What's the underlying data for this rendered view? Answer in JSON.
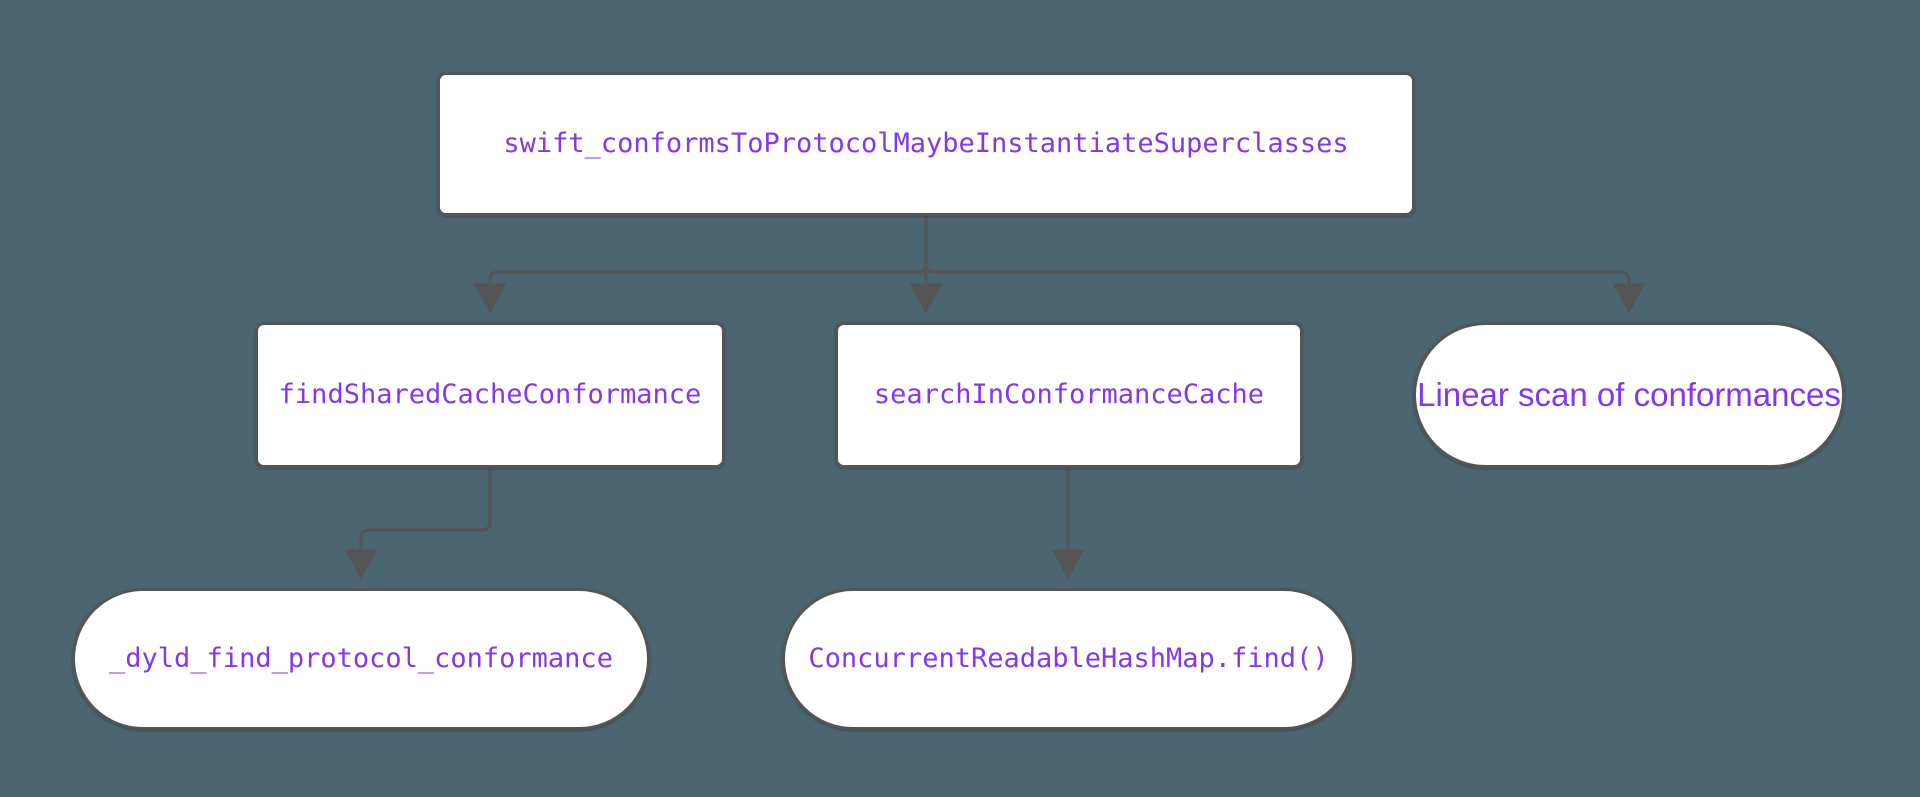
{
  "diagram": {
    "title": "Swift protocol conformance lookup flow",
    "type": "flowchart",
    "direction": "top-down",
    "background_color": "#4b6670",
    "node_fill_color": "#ffffff",
    "node_border_color": "#555555",
    "node_text_color": "#8338ec",
    "edge_color": "#555555",
    "nodes": [
      {
        "id": "top",
        "label": "swift_conformsToProtocolMaybeInstantiateSuperclasses",
        "shape": "rectangle",
        "font": "monospace",
        "row": 1
      },
      {
        "id": "find_shared_cache",
        "label": "findSharedCacheConformance",
        "shape": "rectangle",
        "font": "monospace",
        "row": 2
      },
      {
        "id": "search_conformance_cache",
        "label": "searchInConformanceCache",
        "shape": "rectangle",
        "font": "monospace",
        "row": 2
      },
      {
        "id": "linear_scan",
        "label": "Linear scan of conformances",
        "shape": "stadium",
        "font": "sans-serif",
        "row": 2
      },
      {
        "id": "dyld_find",
        "label": "_dyld_find_protocol_conformance",
        "shape": "stadium",
        "font": "monospace",
        "row": 3
      },
      {
        "id": "hashmap_find",
        "label": "ConcurrentReadableHashMap.find()",
        "shape": "stadium",
        "font": "monospace",
        "row": 3
      }
    ],
    "edges": [
      {
        "id": "e1",
        "from": "top",
        "to": "find_shared_cache",
        "arrow": "triangle"
      },
      {
        "id": "e2",
        "from": "top",
        "to": "search_conformance_cache",
        "arrow": "triangle"
      },
      {
        "id": "e3",
        "from": "top",
        "to": "linear_scan",
        "arrow": "triangle"
      },
      {
        "id": "e4",
        "from": "find_shared_cache",
        "to": "dyld_find",
        "arrow": "triangle"
      },
      {
        "id": "e5",
        "from": "search_conformance_cache",
        "to": "hashmap_find",
        "arrow": "triangle"
      }
    ]
  }
}
